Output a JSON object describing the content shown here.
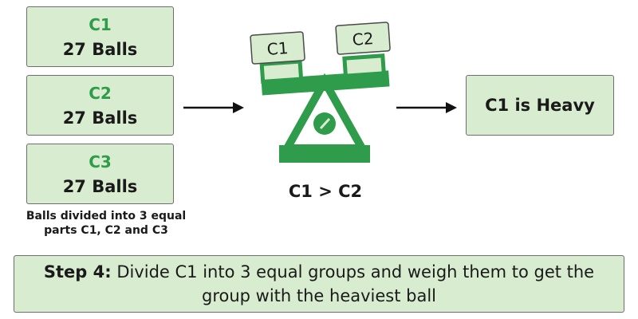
{
  "groups": [
    {
      "name": "C1",
      "count": "27 Balls"
    },
    {
      "name": "C2",
      "count": "27 Balls"
    },
    {
      "name": "C3",
      "count": "27 Balls"
    }
  ],
  "caption_line1": "Balls divided into 3 equal",
  "caption_line2": "parts C1, C2 and C3",
  "scale": {
    "left_pan": "C1",
    "right_pan": "C2"
  },
  "comparison": "C1 > C2",
  "result": "C1 is Heavy",
  "step": {
    "label": "Step 4:",
    "text": "Divide C1 into 3 equal groups and weigh them to get the group with the heaviest ball"
  },
  "colors": {
    "box_fill": "#d8ecd0",
    "accent_green": "#2e9c4a",
    "border": "#6e6e6e"
  }
}
